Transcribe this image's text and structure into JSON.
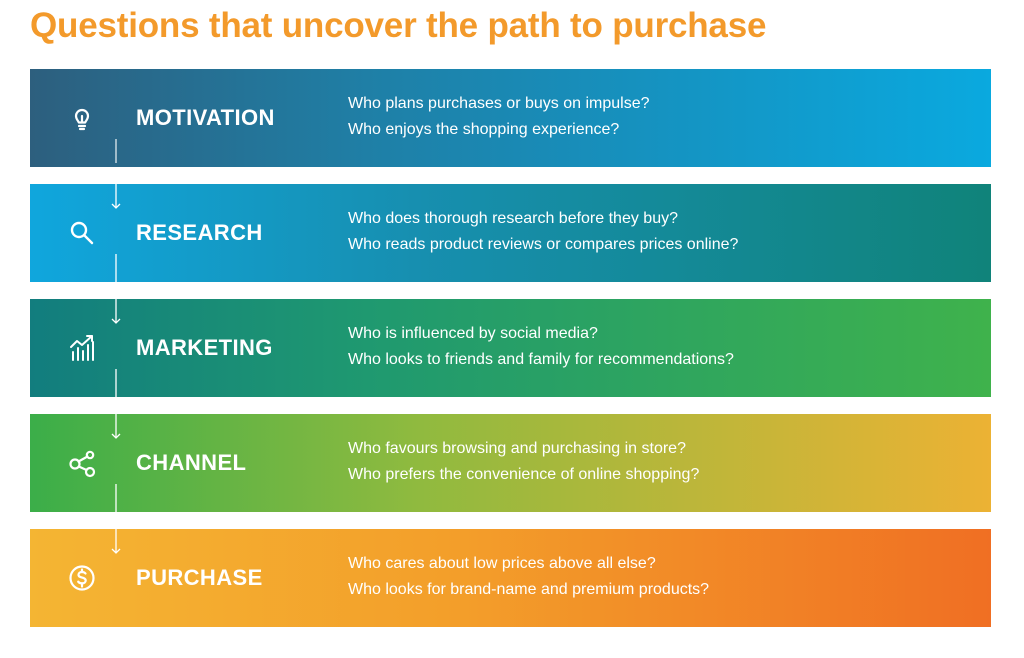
{
  "title": "Questions that uncover the path to purchase",
  "stages": [
    {
      "name": "MOTIVATION",
      "icon": "lightbulb-icon",
      "questions": [
        "Who plans purchases or buys on impulse?",
        "Who enjoys the shopping experience?"
      ]
    },
    {
      "name": "RESEARCH",
      "icon": "magnifier-icon",
      "questions": [
        "Who does thorough research before they buy?",
        "Who reads product reviews or compares prices online?"
      ]
    },
    {
      "name": "MARKETING",
      "icon": "growth-chart-icon",
      "questions": [
        "Who is influenced by social media?",
        "Who looks to friends and family for recommendations?"
      ]
    },
    {
      "name": "CHANNEL",
      "icon": "network-nodes-icon",
      "questions": [
        "Who favours browsing and purchasing in store?",
        "Who prefers the convenience of online shopping?"
      ]
    },
    {
      "name": "PURCHASE",
      "icon": "dollar-coin-icon",
      "questions": [
        "Who cares about low prices above all else?",
        "Who looks for brand-name and premium products?"
      ]
    }
  ],
  "colors": {
    "title": "#f39a2b",
    "text": "#ffffff"
  }
}
